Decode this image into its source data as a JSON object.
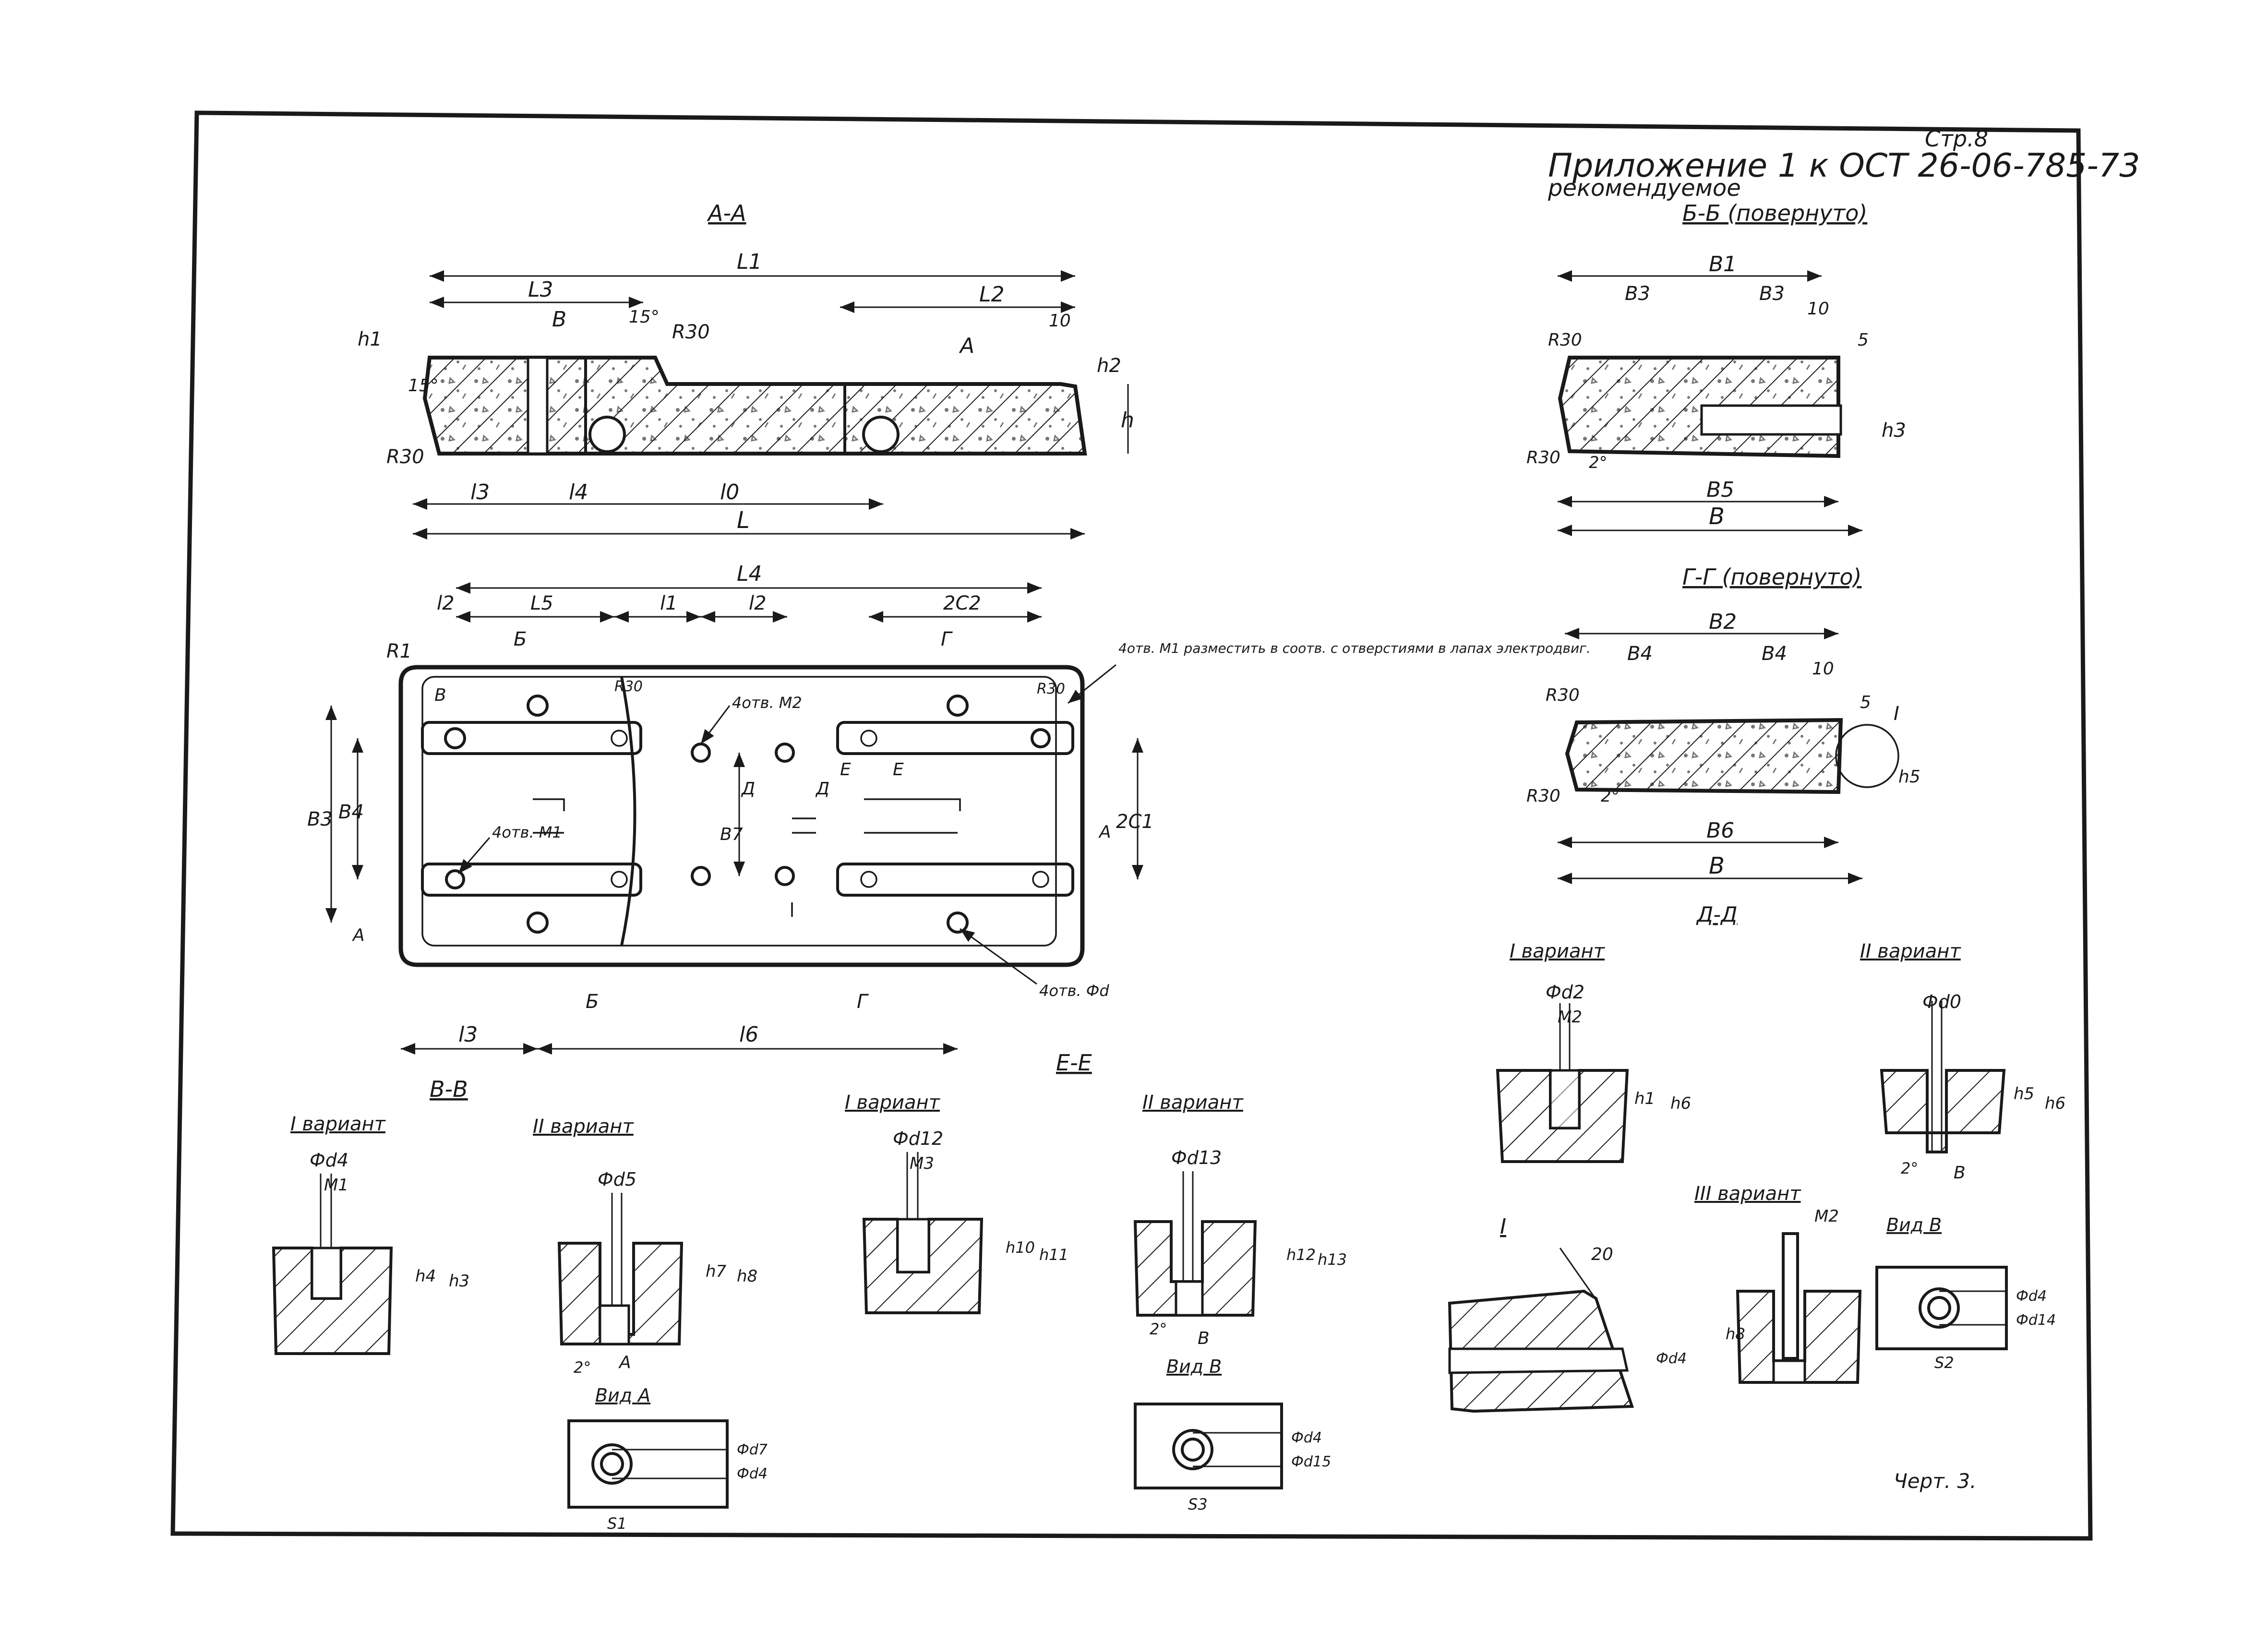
{
  "header": {
    "page": "Стр.8",
    "appendix": "Приложение 1 к ОСТ 26-06-785-73",
    "status": "рекомендуемое",
    "sheet": "Черт. 3."
  },
  "sections": {
    "aa": "А-А",
    "bb": "Б-Б (повернуто)",
    "gg": "Г-Г (повернуто)",
    "dd": "Д-Д",
    "vv": "В-В",
    "ee": "Е-Е",
    "detail_i": "I",
    "view_a": "Вид А",
    "view_b_left": "Вид В",
    "view_b_right": "Вид В"
  },
  "variants": {
    "v1": "I вариант",
    "v2": "II вариант",
    "v3": "III вариант"
  },
  "notes": {
    "holes_m1": "4отв. М1 разместить в соотв. с отверстиями в лапах электродвиг.",
    "holes_m2": "4отв. М2",
    "holes_m1_short": "4отв. М1",
    "holes_d": "4отв. Фd"
  },
  "dims": {
    "aa": [
      "L1",
      "L3",
      "L2",
      "B",
      "15°",
      "R30",
      "h1",
      "10",
      "A",
      "h2",
      "h",
      "15°",
      "R30",
      "l3",
      "l4",
      "l0",
      "L"
    ],
    "bb": [
      "B1",
      "B3",
      "B3",
      "10",
      "5",
      "R30",
      "h3",
      "R30",
      "2°",
      "B5",
      "B"
    ],
    "plan": [
      "L4",
      "l2",
      "L5",
      "l1",
      "l2",
      "2C2",
      "Б",
      "Г",
      "R1",
      "B",
      "B3",
      "B4",
      "B7",
      "2C1",
      "A",
      "A",
      "Д",
      "Д",
      "Е",
      "Е",
      "R30",
      "R30",
      "Б",
      "Г",
      "l3",
      "l6"
    ],
    "gg": [
      "B2",
      "B4",
      "B4",
      "10",
      "5",
      "I",
      "R30",
      "h5",
      "R30",
      "2°",
      "B6",
      "B"
    ],
    "dd_v1": [
      "Фd2",
      "M2",
      "h1",
      "h6"
    ],
    "dd_v2": [
      "Фd0",
      "h5",
      "h6",
      "2°",
      "В"
    ],
    "vv_v1": [
      "Фd4",
      "M1",
      "h4",
      "h3"
    ],
    "vv_v2": [
      "Фd5",
      "h7",
      "h8",
      "2°",
      "А"
    ],
    "ee_v1": [
      "Фd12",
      "M3",
      "h10",
      "h11"
    ],
    "ee_v2": [
      "Фd13",
      "h12",
      "h13",
      "2°",
      "В"
    ],
    "view_a": [
      "Фd7",
      "Фd4",
      "S1"
    ],
    "view_b": [
      "Фd4",
      "Фd15",
      "S3"
    ],
    "detail_i": [
      "20",
      "Фd4"
    ],
    "v3": [
      "M2",
      "h8"
    ],
    "view_b_right": [
      "Фd4",
      "Фd14",
      "S2"
    ]
  }
}
